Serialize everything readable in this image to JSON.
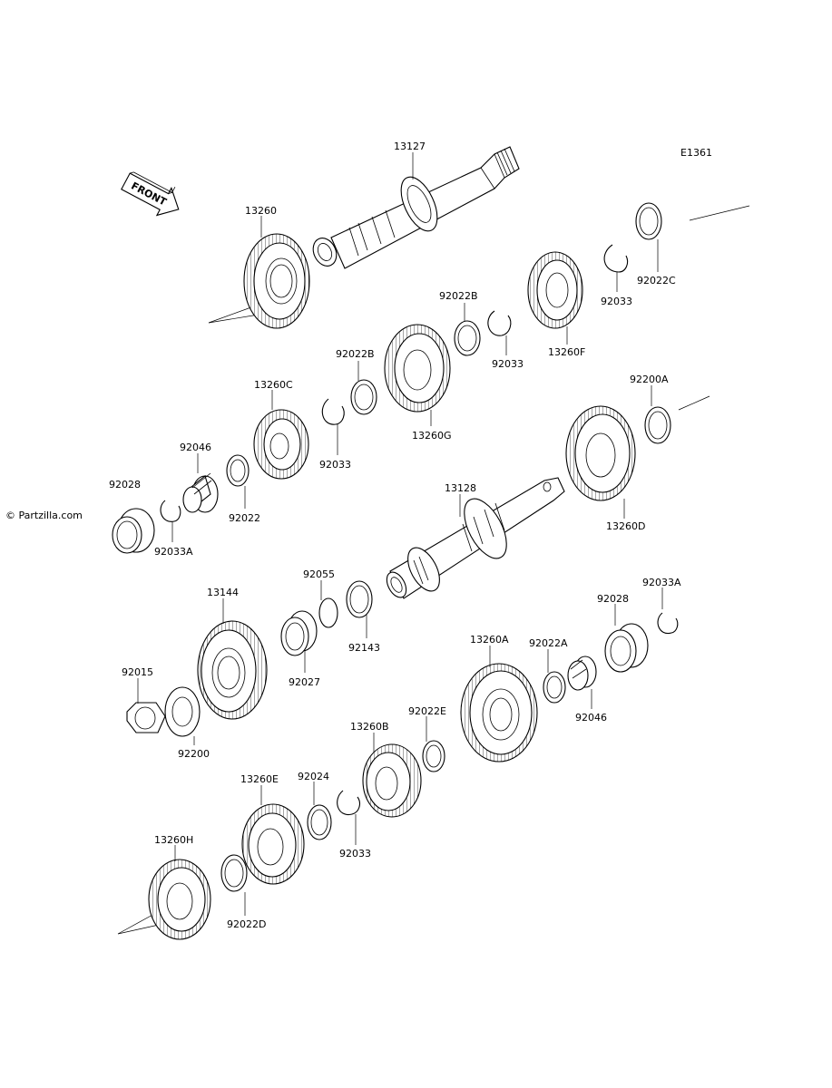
{
  "diagram": {
    "code": "E1361",
    "watermark": "© Partzilla.com",
    "front_label": "FRONT",
    "labels": {
      "p13127": "13127",
      "p13260": "13260",
      "p92022C": "92022C",
      "p92033_top": "92033",
      "p13260F": "13260F",
      "p92022B_1": "92022B",
      "p92033_2": "92033",
      "p92022B_2": "92022B",
      "p13260G": "13260G",
      "p13260C": "13260C",
      "p92033_3": "92033",
      "p92046_1": "92046",
      "p92028_1": "92028",
      "p92022_1": "92022",
      "p92033A_1": "92033A",
      "p92200A": "92200A",
      "p13260D": "13260D",
      "p13128": "13128",
      "p92055": "92055",
      "p13144": "13144",
      "p92143": "92143",
      "p92027": "92027",
      "p92033A_2": "92033A",
      "p92028_2": "92028",
      "p13260A": "13260A",
      "p92022A": "92022A",
      "p92015": "92015",
      "p92046_2": "92046",
      "p92200": "92200",
      "p92022E": "92022E",
      "p13260B": "13260B",
      "p13260E": "13260E",
      "p92024": "92024",
      "p92033_4": "92033",
      "p13260H": "13260H",
      "p92022D": "92022D"
    }
  }
}
